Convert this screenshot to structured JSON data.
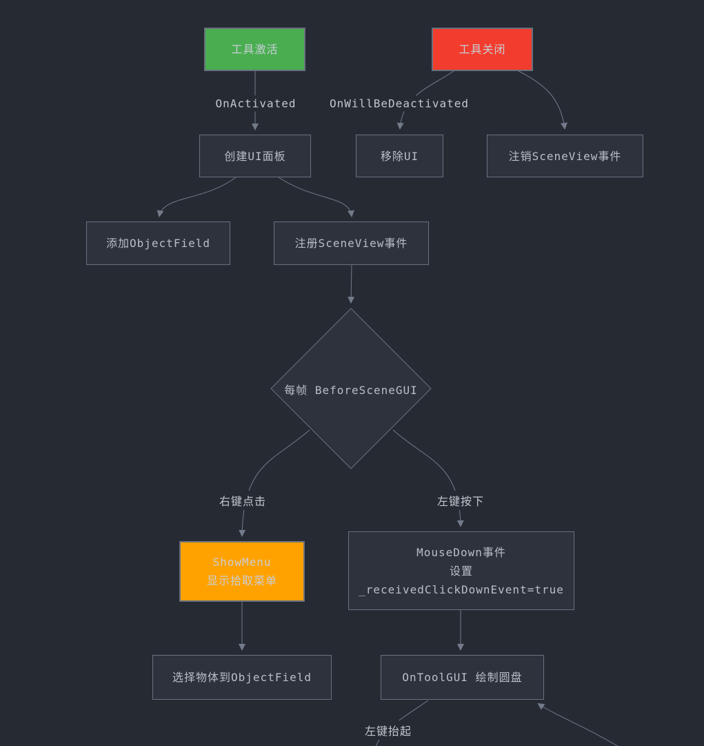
{
  "diagram": {
    "type": "flowchart",
    "theme": {
      "background": "#262b33",
      "node_fill": "#2d323d",
      "node_border": "#6a7180",
      "edge_color": "#737b8b",
      "text_color": "#b9bfc9",
      "activate_color": "#4aae51",
      "deactivate_color": "#f23d2e",
      "menu_color": "#ffa200"
    },
    "nodes": {
      "tool_activate": {
        "label": "工具激活"
      },
      "tool_close": {
        "label": "工具关闭"
      },
      "create_ui": {
        "label": "创建UI面板"
      },
      "remove_ui": {
        "label": "移除UI"
      },
      "unregister_sceneview": {
        "label": "注销SceneView事件"
      },
      "add_objectfield": {
        "label": "添加ObjectField"
      },
      "register_sceneview": {
        "label": "注册SceneView事件"
      },
      "before_scene_gui": {
        "label": "每帧 BeforeSceneGUI"
      },
      "show_menu": {
        "lines": [
          "ShowMenu",
          "显示拾取菜单"
        ]
      },
      "mouse_down": {
        "lines": [
          "MouseDown事件",
          "设置",
          "_receivedClickDownEvent=true"
        ]
      },
      "select_object": {
        "label": "选择物体到ObjectField"
      },
      "ontoolgui": {
        "label": "OnToolGUI 绘制圆盘"
      }
    },
    "edge_labels": {
      "on_activated": "OnActivated",
      "on_will_be_deactivated": "OnWillBeDeactivated",
      "right_click": "右键点击",
      "left_down": "左键按下",
      "left_up": "左键抬起"
    }
  }
}
